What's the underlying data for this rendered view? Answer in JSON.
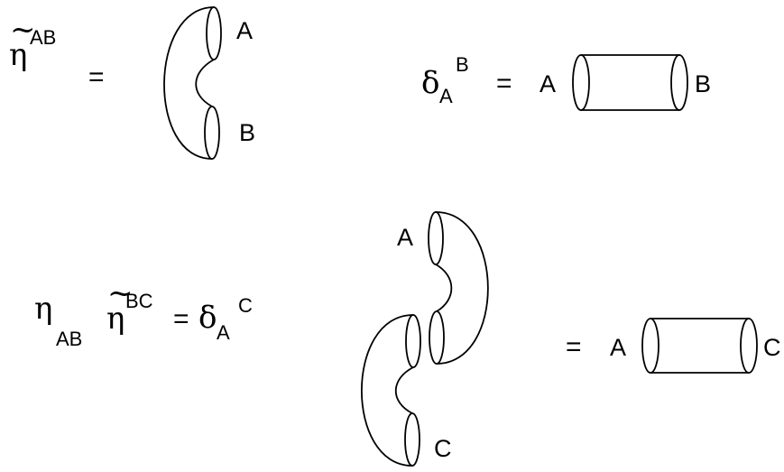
{
  "symbols": {
    "eta": "η",
    "delta": "δ",
    "tilde": "~",
    "equals": "="
  },
  "eq1": {
    "sup": "AB",
    "label_top": "A",
    "label_bottom": "B"
  },
  "eq2": {
    "sub": "A",
    "sup": "B",
    "label_left": "A",
    "label_right": "B"
  },
  "eq3": {
    "eta_sub": "AB",
    "eta_tilde_sup": "BC",
    "delta_sub": "A",
    "delta_sup": "C",
    "label_A": "A",
    "label_C": "C",
    "cyl_left": "A",
    "cyl_right": "C"
  }
}
